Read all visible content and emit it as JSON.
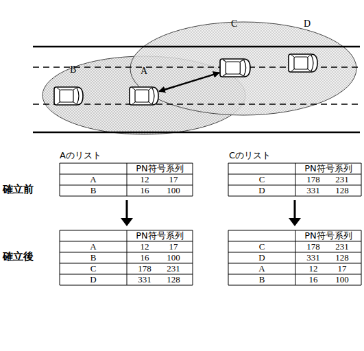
{
  "diagram": {
    "nodes": [
      {
        "text": [
          "B"
        ]
      },
      {
        "text": [
          "A"
        ]
      },
      {
        "text": [
          "C"
        ]
      },
      {
        "text": [
          "D"
        ]
      }
    ],
    "edges": [
      {
        "from": 1,
        "to": 2,
        "arrow": "both"
      }
    ],
    "labels": [
      "Aのリスト",
      "Cのリスト",
      "確立前",
      "PN符号系列",
      "A",
      "12",
      "17",
      "B",
      "16",
      "100",
      "PN符号系列",
      "C",
      "178",
      "231",
      "D",
      "331",
      "128",
      "確立後",
      "PN符号系列",
      "A",
      "12",
      "17",
      "B",
      "16",
      "100",
      "C",
      "178",
      "231",
      "D",
      "331",
      "128",
      "PN符号系列",
      "C",
      "178",
      "231",
      "D",
      "331",
      "128",
      "A",
      "12",
      "17",
      "B",
      "16",
      "100"
    ]
  }
}
